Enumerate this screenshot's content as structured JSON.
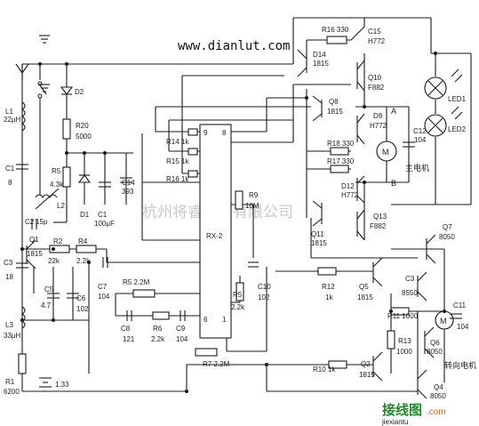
{
  "website": "www.dianlut.com",
  "watermark": "杭州将睿科技有限公司",
  "logo": {
    "text": "接线图",
    "sub": "jiexiantu",
    "suffix": ".com"
  },
  "ic": {
    "label": "RX-2",
    "pins": {
      "p9": "9",
      "p8": "8",
      "p6": "6",
      "p1": "1"
    }
  },
  "labels": {
    "R16": "R16 330",
    "C15": "C15",
    "H772a": "H772",
    "D14": "D14",
    "D14v": "1815",
    "Q10": "Q10",
    "Q10v": "F882",
    "Q8": "Q8",
    "Q8v": "1815",
    "D9": "D9",
    "D9v": "H772",
    "A": "A",
    "B": "B",
    "C12": "C12",
    "C12v": "104",
    "motorMain": "主电机",
    "R18": "R18 330",
    "R17": "R17 330",
    "D12": "D12",
    "D12v": "H772",
    "Q13": "Q13",
    "Q13v": "F882",
    "Q11": "Q11",
    "Q11v": "1815",
    "LED1": "LED1",
    "LED2": "LED2",
    "R20": "R20",
    "R20v": "5000",
    "D2": "D2",
    "L1": "L1",
    "L1v": "22μH",
    "C1": "C1",
    "C1v": "8",
    "R5": "R5",
    "R5v": "4.3k",
    "L2": "L2",
    "C2": "C2",
    "C2v": "15p",
    "D1": "D1",
    "C1b": "C1",
    "C1bv": "100μF",
    "C14": "C14",
    "C14v": "393",
    "R14": "R14 1k",
    "R15": "R15 1k",
    "R16b": "R16 1k",
    "R9": "R9",
    "R9v": "10M",
    "Q1": "Q1",
    "Q1v": "1815",
    "R2": "R2",
    "R2v": "22k",
    "R4": "R4",
    "R4v": "2.2k",
    "C3": "C3",
    "C3v": "18",
    "C5": "C5",
    "C5v": "4.7",
    "C6": "C6",
    "C6v": "102",
    "C7": "C7",
    "C7v": "104",
    "R5b": "R5 2.2M",
    "R5c": "R5",
    "R5cv": "2.2k",
    "C10": "C10",
    "C10v": "102",
    "L3": "L3",
    "L3v": "33μH",
    "C8": "C8",
    "C8v": "121",
    "R6": "R6",
    "R6v": "2.2k",
    "C9": "C9",
    "C9v": "104",
    "R7": "R7 2.2M",
    "R1": "R1",
    "R1v": "6200",
    "battery": "1.33",
    "R12": "R12",
    "R12v": "1k",
    "Q5": "Q5",
    "Q5v": "1815",
    "Q7": "Q7",
    "Q7v": "8050",
    "C3b": "C3",
    "C3bv": "8550",
    "R11": "R11 1000",
    "C11": "C11",
    "C11v": "104",
    "Q6": "Q6",
    "Q6v": "8050",
    "R13": "R13",
    "R13v": "1000",
    "R10": "R10 1k",
    "Q2": "Q2",
    "Q2v": "1815",
    "Q4": "Q4",
    "Q4v": "8050",
    "motorSteer": "转向电机"
  }
}
